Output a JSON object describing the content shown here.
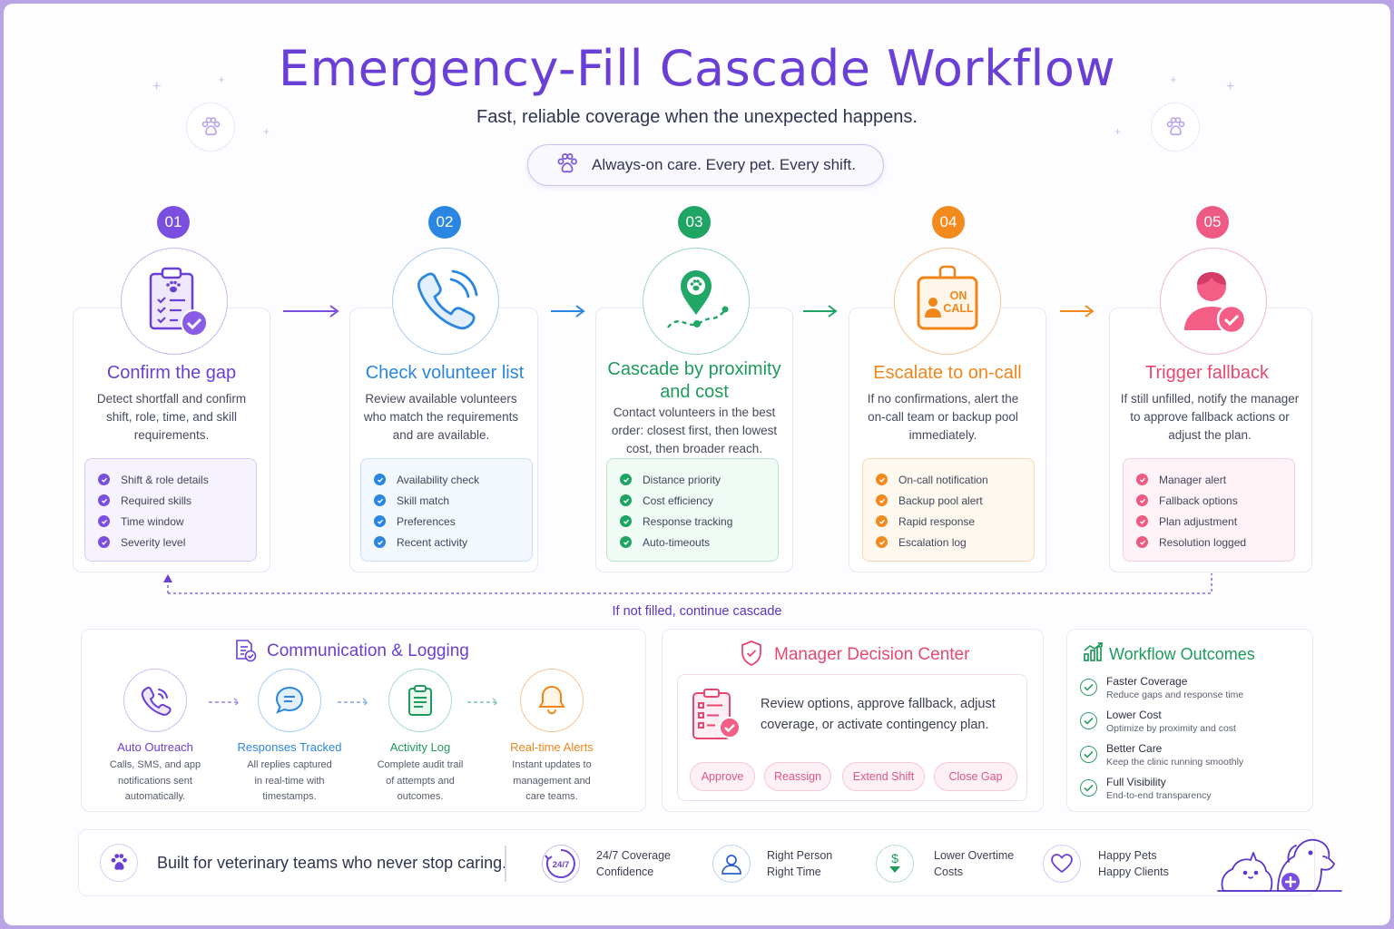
{
  "header": {
    "title": "Emergency-Fill Cascade Workflow",
    "subtitle": "Fast, reliable coverage when the unexpected happens.",
    "tagline": "Always-on care. Every pet. Every shift."
  },
  "steps": [
    {
      "num": "01",
      "title_line1": "Confirm the gap",
      "title_line2": "",
      "color": "#6a3fd6",
      "desc": [
        "Detect shortfall and confirm",
        "shift, role, time, and skill",
        "requirements."
      ],
      "items": [
        "Shift & role details",
        "Required skills",
        "Time window",
        "Severity level"
      ]
    },
    {
      "num": "02",
      "title_line1": "Check volunteer list",
      "title_line2": "",
      "color": "#2a86e0",
      "desc": [
        "Review available volunteers",
        "who match the requirements",
        "and are available."
      ],
      "items": [
        "Availability check",
        "Skill match",
        "Preferences",
        "Recent activity"
      ]
    },
    {
      "num": "03",
      "title_line1": "Cascade by proximity",
      "title_line2": "and cost",
      "color": "#1e9a5c",
      "desc": [
        "Contact volunteers in the best",
        "order: closest first, then lowest",
        "cost, then broader reach."
      ],
      "items": [
        "Distance priority",
        "Cost efficiency",
        "Response tracking",
        "Auto-timeouts"
      ]
    },
    {
      "num": "04",
      "title_line1": "Escalate to on-call",
      "title_line2": "",
      "color": "#f0861a",
      "desc": [
        "If no confirmations, alert the",
        "on-call team or backup pool",
        "immediately."
      ],
      "items": [
        "On-call notification",
        "Backup pool alert",
        "Rapid response",
        "Escalation log"
      ]
    },
    {
      "num": "05",
      "title_line1": "Trigger fallback",
      "title_line2": "",
      "color": "#e8476f",
      "desc": [
        "If still unfilled, notify the manager",
        "to approve fallback actions or",
        "adjust the plan."
      ],
      "items": [
        "Manager alert",
        "Fallback options",
        "Plan adjustment",
        "Resolution logged"
      ]
    }
  ],
  "badge_text": {
    "on_call": "ON\nCALL"
  },
  "loop_label": "If not filled, continue cascade",
  "communication": {
    "title": "Communication & Logging",
    "items": [
      {
        "label": "Auto Outreach",
        "color": "#6a3fd6",
        "desc": [
          "Calls, SMS, and app",
          "notifications sent",
          "automatically."
        ]
      },
      {
        "label": "Responses Tracked",
        "color": "#2a86e0",
        "desc": [
          "All replies captured",
          "in real-time with",
          "timestamps."
        ]
      },
      {
        "label": "Activity Log",
        "color": "#1e9a5c",
        "desc": [
          "Complete audit trail",
          "of attempts and",
          "outcomes."
        ]
      },
      {
        "label": "Real-time Alerts",
        "color": "#f0861a",
        "desc": [
          "Instant updates to",
          "management and",
          "care teams."
        ]
      }
    ]
  },
  "decision": {
    "title": "Manager Decision Center",
    "text": [
      "Review options, approve fallback, adjust",
      "coverage, or activate contingency plan."
    ],
    "actions": [
      "Approve",
      "Reassign",
      "Extend Shift",
      "Close Gap"
    ]
  },
  "outcomes": {
    "title": "Workflow Outcomes",
    "items": [
      {
        "title": "Faster Coverage",
        "desc": "Reduce gaps and response time"
      },
      {
        "title": "Lower Cost",
        "desc": "Optimize by proximity and cost"
      },
      {
        "title": "Better Care",
        "desc": "Keep the clinic running smoothly"
      },
      {
        "title": "Full Visibility",
        "desc": "End-to-end transparency"
      }
    ]
  },
  "footer": {
    "tagline": "Built for veterinary teams who never stop caring.",
    "icon_247": "24/7",
    "items": [
      {
        "line1": "24/7 Coverage",
        "line2": "Confidence"
      },
      {
        "line1": "Right Person",
        "line2": "Right Time"
      },
      {
        "line1": "Lower Overtime",
        "line2": "Costs"
      },
      {
        "line1": "Happy Pets",
        "line2": "Happy Clients"
      }
    ]
  }
}
